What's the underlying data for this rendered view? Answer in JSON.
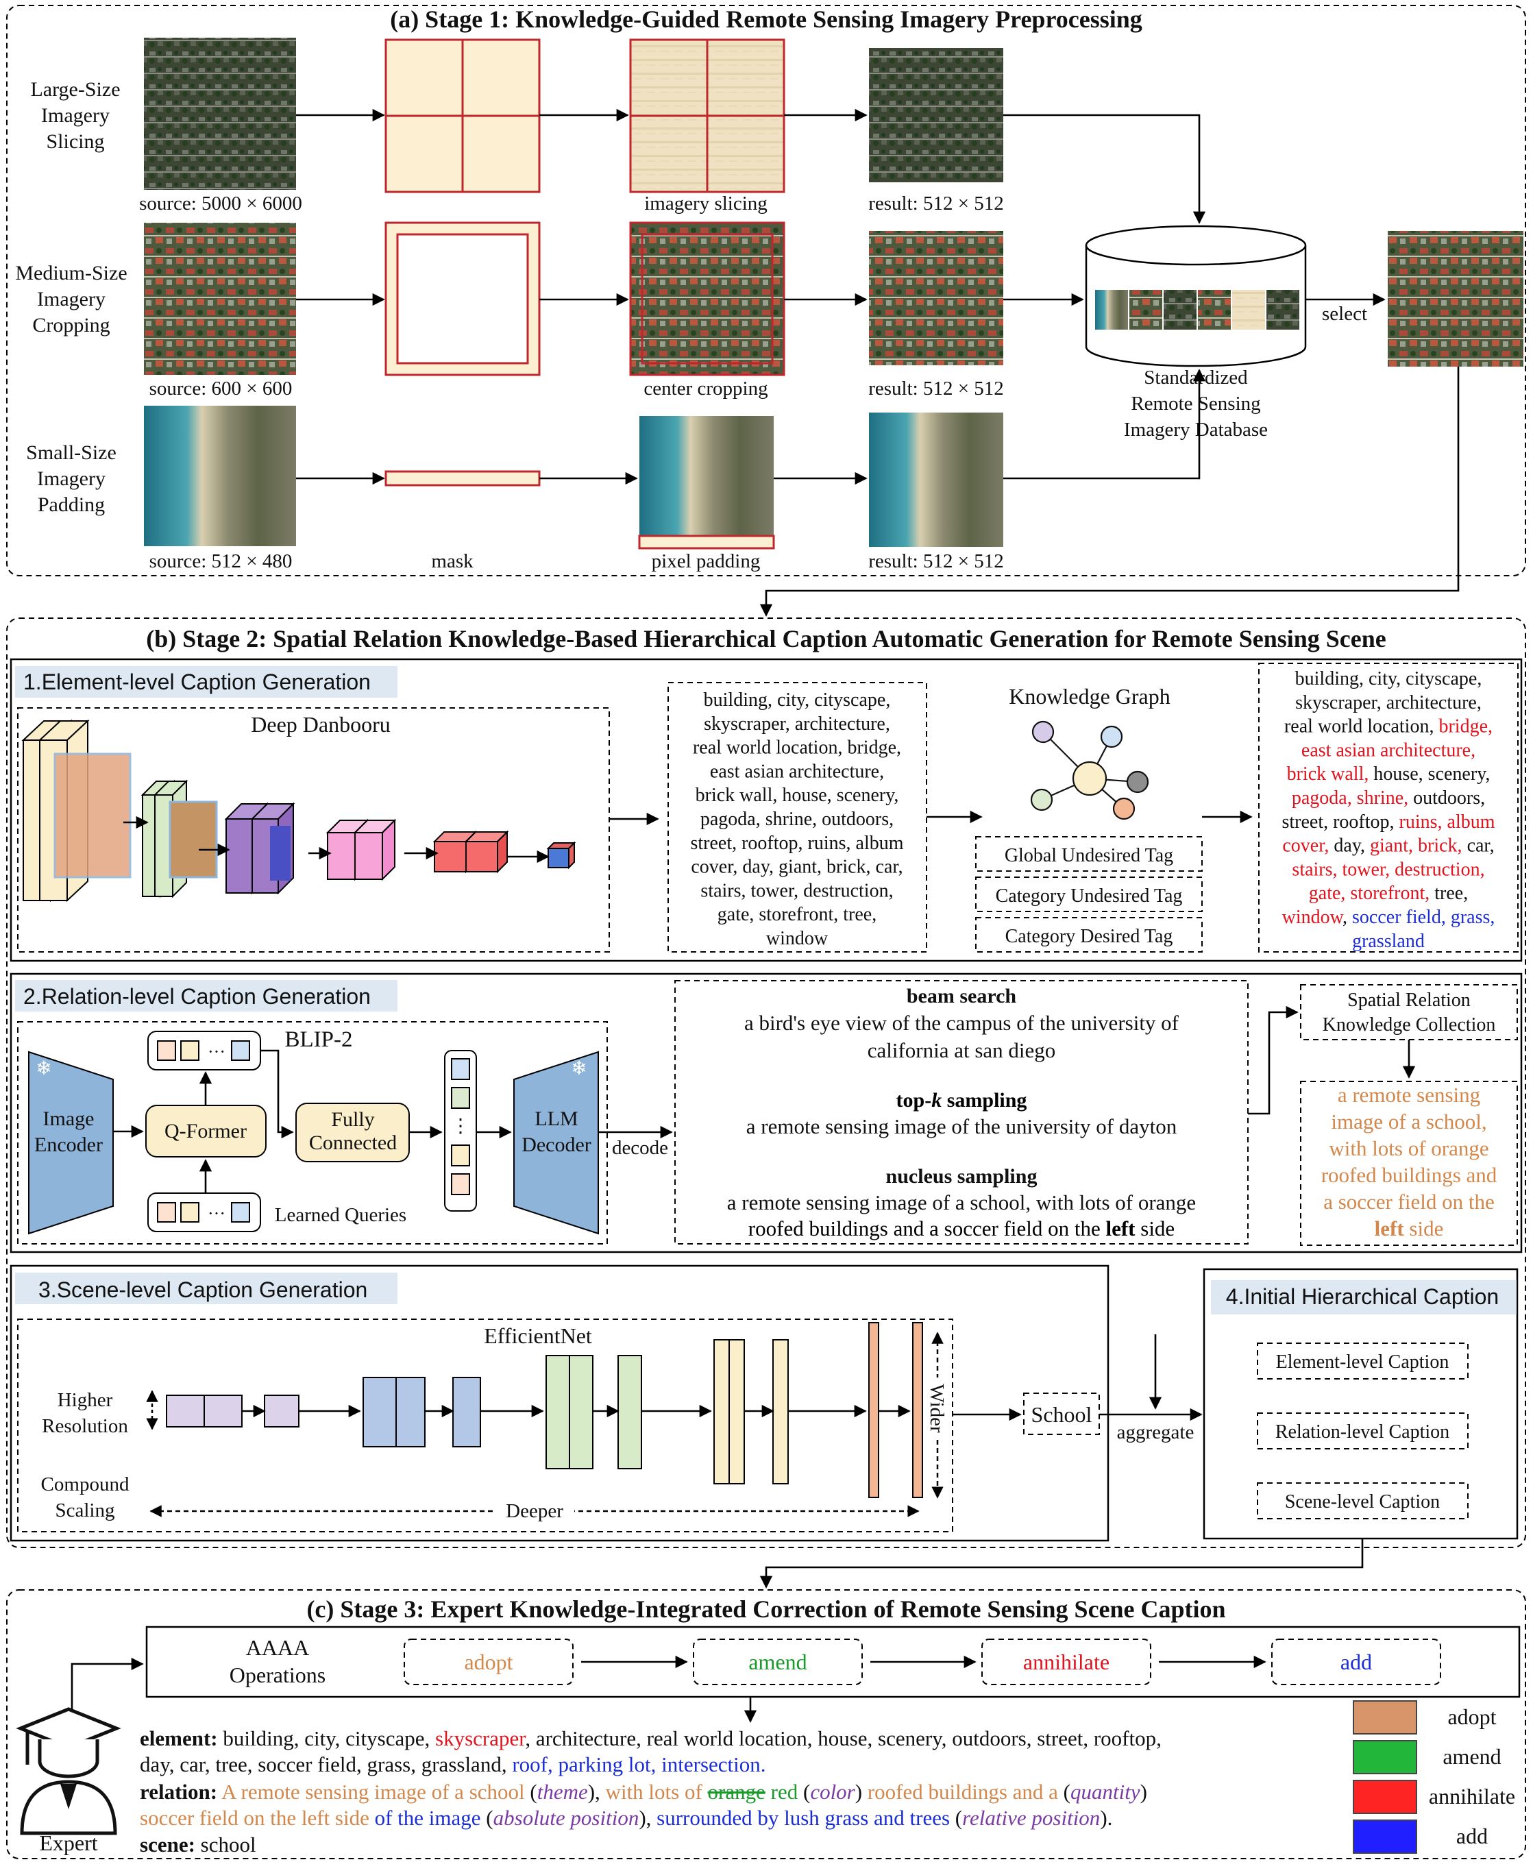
{
  "stage_a": {
    "title": "(a) Stage 1: Knowledge-Guided Remote Sensing Imagery Preprocessing",
    "row_large": [
      "Large-Size",
      "Imagery",
      "Slicing"
    ],
    "row_medium": [
      "Medium-Size",
      "Imagery",
      "Cropping"
    ],
    "row_small": [
      "Small-Size",
      "Imagery",
      "Padding"
    ],
    "src_large": "source: 5000 × 6000",
    "src_medium": "source: 600 × 600",
    "src_small": "source: 512 × 480",
    "step_slicing": "imagery slicing",
    "step_cropping": "center cropping",
    "step_mask": "mask",
    "step_padding": "pixel padding",
    "result_large": "result: 512 × 512",
    "result_medium": "result: 512 × 512",
    "result_small": "result: 512 × 512",
    "database": [
      "Standardized",
      "Remote Sensing",
      "Imagery Database"
    ],
    "select": "select"
  },
  "stage_b": {
    "title": "(b) Stage 2: Spatial Relation Knowledge-Based Hierarchical Caption Automatic Generation for Remote Sensing Scene",
    "element": {
      "heading": "1.Element-level Caption Generation",
      "model": "Deep Danbooru",
      "tags_lines": [
        "building, city, cityscape,",
        "skyscraper, architecture,",
        "real world location,  bridge,",
        "east asian architecture,",
        "brick wall, house, scenery,",
        "pagoda, shrine, outdoors,",
        "street, rooftop, ruins, album",
        "cover, day, giant, brick, car,",
        "stairs, tower, destruction,",
        "gate, storefront,  tree,",
        "window"
      ],
      "kg_title": "Knowledge Graph",
      "global_undesired": "Global Undesired Tag",
      "category_undesired": "Category Undesired Tag",
      "category_desired": "Category Desired Tag",
      "filtered_lines": [
        [
          {
            "t": "building, city, cityscape,",
            "c": "black"
          }
        ],
        [
          {
            "t": "skyscraper, architecture,",
            "c": "black"
          }
        ],
        [
          {
            "t": "real world location,  ",
            "c": "black"
          },
          {
            "t": "bridge,",
            "c": "red"
          }
        ],
        [
          {
            "t": "east asian architecture,",
            "c": "red"
          }
        ],
        [
          {
            "t": "brick wall,",
            "c": "red"
          },
          {
            "t": " house, scenery,",
            "c": "black"
          }
        ],
        [
          {
            "t": "pagoda, shrine,",
            "c": "red"
          },
          {
            "t": " outdoors,",
            "c": "black"
          }
        ],
        [
          {
            "t": "street, rooftop, ",
            "c": "black"
          },
          {
            "t": "ruins, album",
            "c": "red"
          }
        ],
        [
          {
            "t": "cover,",
            "c": "red"
          },
          {
            "t": " day, ",
            "c": "black"
          },
          {
            "t": "giant, brick,",
            "c": "red"
          },
          {
            "t": " car,",
            "c": "black"
          }
        ],
        [
          {
            "t": "stairs, tower, destruction,",
            "c": "red"
          }
        ],
        [
          {
            "t": "gate, storefront,",
            "c": "red"
          },
          {
            "t": "  tree,",
            "c": "black"
          }
        ],
        [
          {
            "t": "window",
            "c": "red"
          },
          {
            "t": ", ",
            "c": "black"
          },
          {
            "t": "soccer field, grass,",
            "c": "blue"
          }
        ],
        [
          {
            "t": "grassland",
            "c": "blue"
          }
        ]
      ]
    },
    "relation": {
      "heading": "2.Relation-level Caption Generation",
      "model": "BLIP-2",
      "image_encoder": [
        "Image",
        "Encoder"
      ],
      "qformer": "Q-Former",
      "fully_connected": [
        "Fully",
        "Connected"
      ],
      "llm_decoder": [
        "LLM",
        "Decoder"
      ],
      "learned_queries": "Learned Queries",
      "decode": "decode",
      "beam_title": "beam search",
      "beam_text": [
        "a bird's eye view of the campus of the university of",
        "california at san diego"
      ],
      "topk_title_a": "top-",
      "topk_title_k": "k",
      "topk_title_b": " sampling",
      "topk_text": "a remote sensing image of the university of dayton",
      "nucleus_title": "nucleus sampling",
      "nucleus_text": [
        "a remote sensing image of a school, with lots of orange",
        "roofed buildings and a soccer field on the "
      ],
      "nucleus_bold": "left",
      "nucleus_end": " side",
      "spatial_knowledge": [
        "Spatial Relation",
        "Knowledge Collection"
      ],
      "refined": [
        "a remote sensing",
        "image of a school,",
        "with lots of orange",
        "roofed buildings and",
        "a soccer field on the"
      ],
      "refined_bold": "left",
      "refined_end": " side"
    },
    "scene": {
      "heading": "3.Scene-level Caption Generation",
      "model": "EfficientNet",
      "higher_resolution": [
        "Higher",
        "Resolution"
      ],
      "compound_scaling": [
        "Compound",
        "Scaling"
      ],
      "deeper": "Deeper",
      "wider": "Wider",
      "output": "School",
      "aggregate": "aggregate"
    },
    "initial": {
      "heading": "4.Initial Hierarchical Caption",
      "element": "Element-level Caption",
      "relation": "Relation-level Caption",
      "scene": "Scene-level Caption"
    }
  },
  "stage_c": {
    "title": "(c) Stage 3: Expert Knowledge-Integrated Correction of Remote Sensing Scene Caption",
    "ops_label": [
      "AAAA",
      "Operations"
    ],
    "ops": [
      "adopt",
      "amend",
      "annihilate",
      "add"
    ],
    "expert": "Expert",
    "element_lines": [
      [
        {
          "t": "element:",
          "c": "bold"
        },
        {
          "t": " building, city, cityscape, ",
          "c": "black"
        },
        {
          "t": "skyscraper",
          "c": "red"
        },
        {
          "t": ", architecture, real world location, house, scenery, outdoors, street, rooftop,",
          "c": "black"
        }
      ],
      [
        {
          "t": "day, car, tree, soccer field, grass, grassland, ",
          "c": "black"
        },
        {
          "t": "roof, parking lot, intersection.",
          "c": "blue"
        }
      ]
    ],
    "relation_lines": [
      [
        {
          "t": "relation:",
          "c": "bold"
        },
        {
          "t": " A remote sensing image of a school ",
          "c": "orange"
        },
        {
          "t": "(",
          "c": "black"
        },
        {
          "t": "theme",
          "c": "purple"
        },
        {
          "t": "), ",
          "c": "black"
        },
        {
          "t": "with lots of ",
          "c": "orange"
        },
        {
          "t": "orange",
          "c": "strike"
        },
        {
          "t": " red ",
          "c": "green"
        },
        {
          "t": "(",
          "c": "black"
        },
        {
          "t": "color",
          "c": "purple"
        },
        {
          "t": ") ",
          "c": "black"
        },
        {
          "t": "roofed buildings and a ",
          "c": "orange"
        },
        {
          "t": "(",
          "c": "black"
        },
        {
          "t": "quantity",
          "c": "purple"
        },
        {
          "t": ")",
          "c": "black"
        }
      ],
      [
        {
          "t": "soccer field on the left side ",
          "c": "orange"
        },
        {
          "t": "of the image ",
          "c": "blue"
        },
        {
          "t": "(",
          "c": "black"
        },
        {
          "t": "absolute position",
          "c": "purple"
        },
        {
          "t": "), ",
          "c": "black"
        },
        {
          "t": "surrounded by lush grass and trees ",
          "c": "blue"
        },
        {
          "t": "(",
          "c": "black"
        },
        {
          "t": "relative position",
          "c": "purple"
        },
        {
          "t": ").",
          "c": "black"
        }
      ]
    ],
    "scene_label": "scene:",
    "scene_value": " school",
    "legend": [
      {
        "label": "adopt",
        "color": "#d9956a"
      },
      {
        "label": "amend",
        "color": "#22b73a"
      },
      {
        "label": "annihilate",
        "color": "#ff2424"
      },
      {
        "label": "add",
        "color": "#1f1fff"
      }
    ]
  },
  "colors": {
    "red": "#e0141e",
    "blue": "#1a2dd6",
    "orange": "#d3874a",
    "green": "#1a9a2a",
    "purple": "#7a3aa6",
    "cream": "#fdf0d2",
    "frame_red": "#c0272d",
    "heading_bg": "#dde8f3",
    "block_blue": "#8fb4da"
  }
}
